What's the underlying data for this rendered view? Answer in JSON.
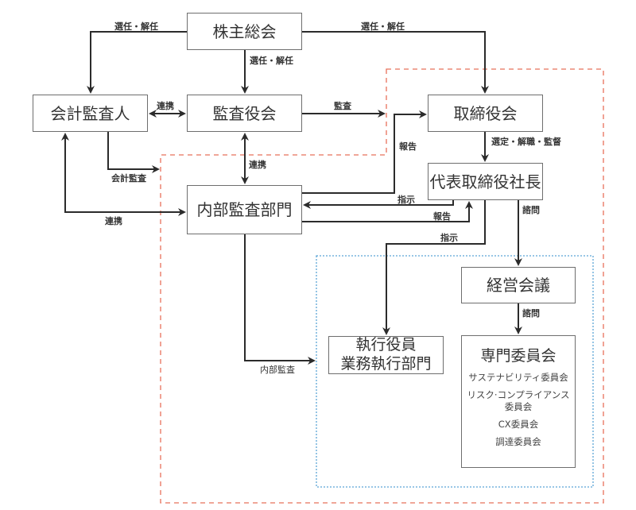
{
  "nodes": {
    "shareholders": "株主総会",
    "accounting_auditor": "会計監査人",
    "audit_board": "監査役会",
    "board": "取締役会",
    "president": "代表取締役社長",
    "internal_audit": "内部監査部門",
    "management_meeting": "経営会議",
    "executive_line1": "執行役員",
    "executive_line2": "業務執行部門",
    "committee_title": "専門委員会",
    "committees": [
      "サステナビリティ委員会",
      "リスク·コンプライアンス\n委員会",
      "CX委員会",
      "調達委員会"
    ]
  },
  "edge_labels": {
    "appoint_auditor": "選任・解任",
    "appoint_audit_board": "選任・解任",
    "appoint_board": "選任・解任",
    "cooperation_auditor_board": "連携",
    "audit": "監査",
    "accounting_audit": "会計監査",
    "cooperation_board_internal": "連携",
    "cooperation_internal_auditor": "連携",
    "select_dismiss_supervise": "選定・解職・監督",
    "report_to_board": "報告",
    "instruct_internal": "指示",
    "report_to_president": "報告",
    "consult": "諮問",
    "instruct_exec": "指示",
    "consult_committee": "諮問",
    "internal_audit": "内部監査"
  },
  "colors": {
    "line": "#2b2b2b",
    "group_governance": "#e8705a",
    "group_execution": "#5aa5d6"
  }
}
